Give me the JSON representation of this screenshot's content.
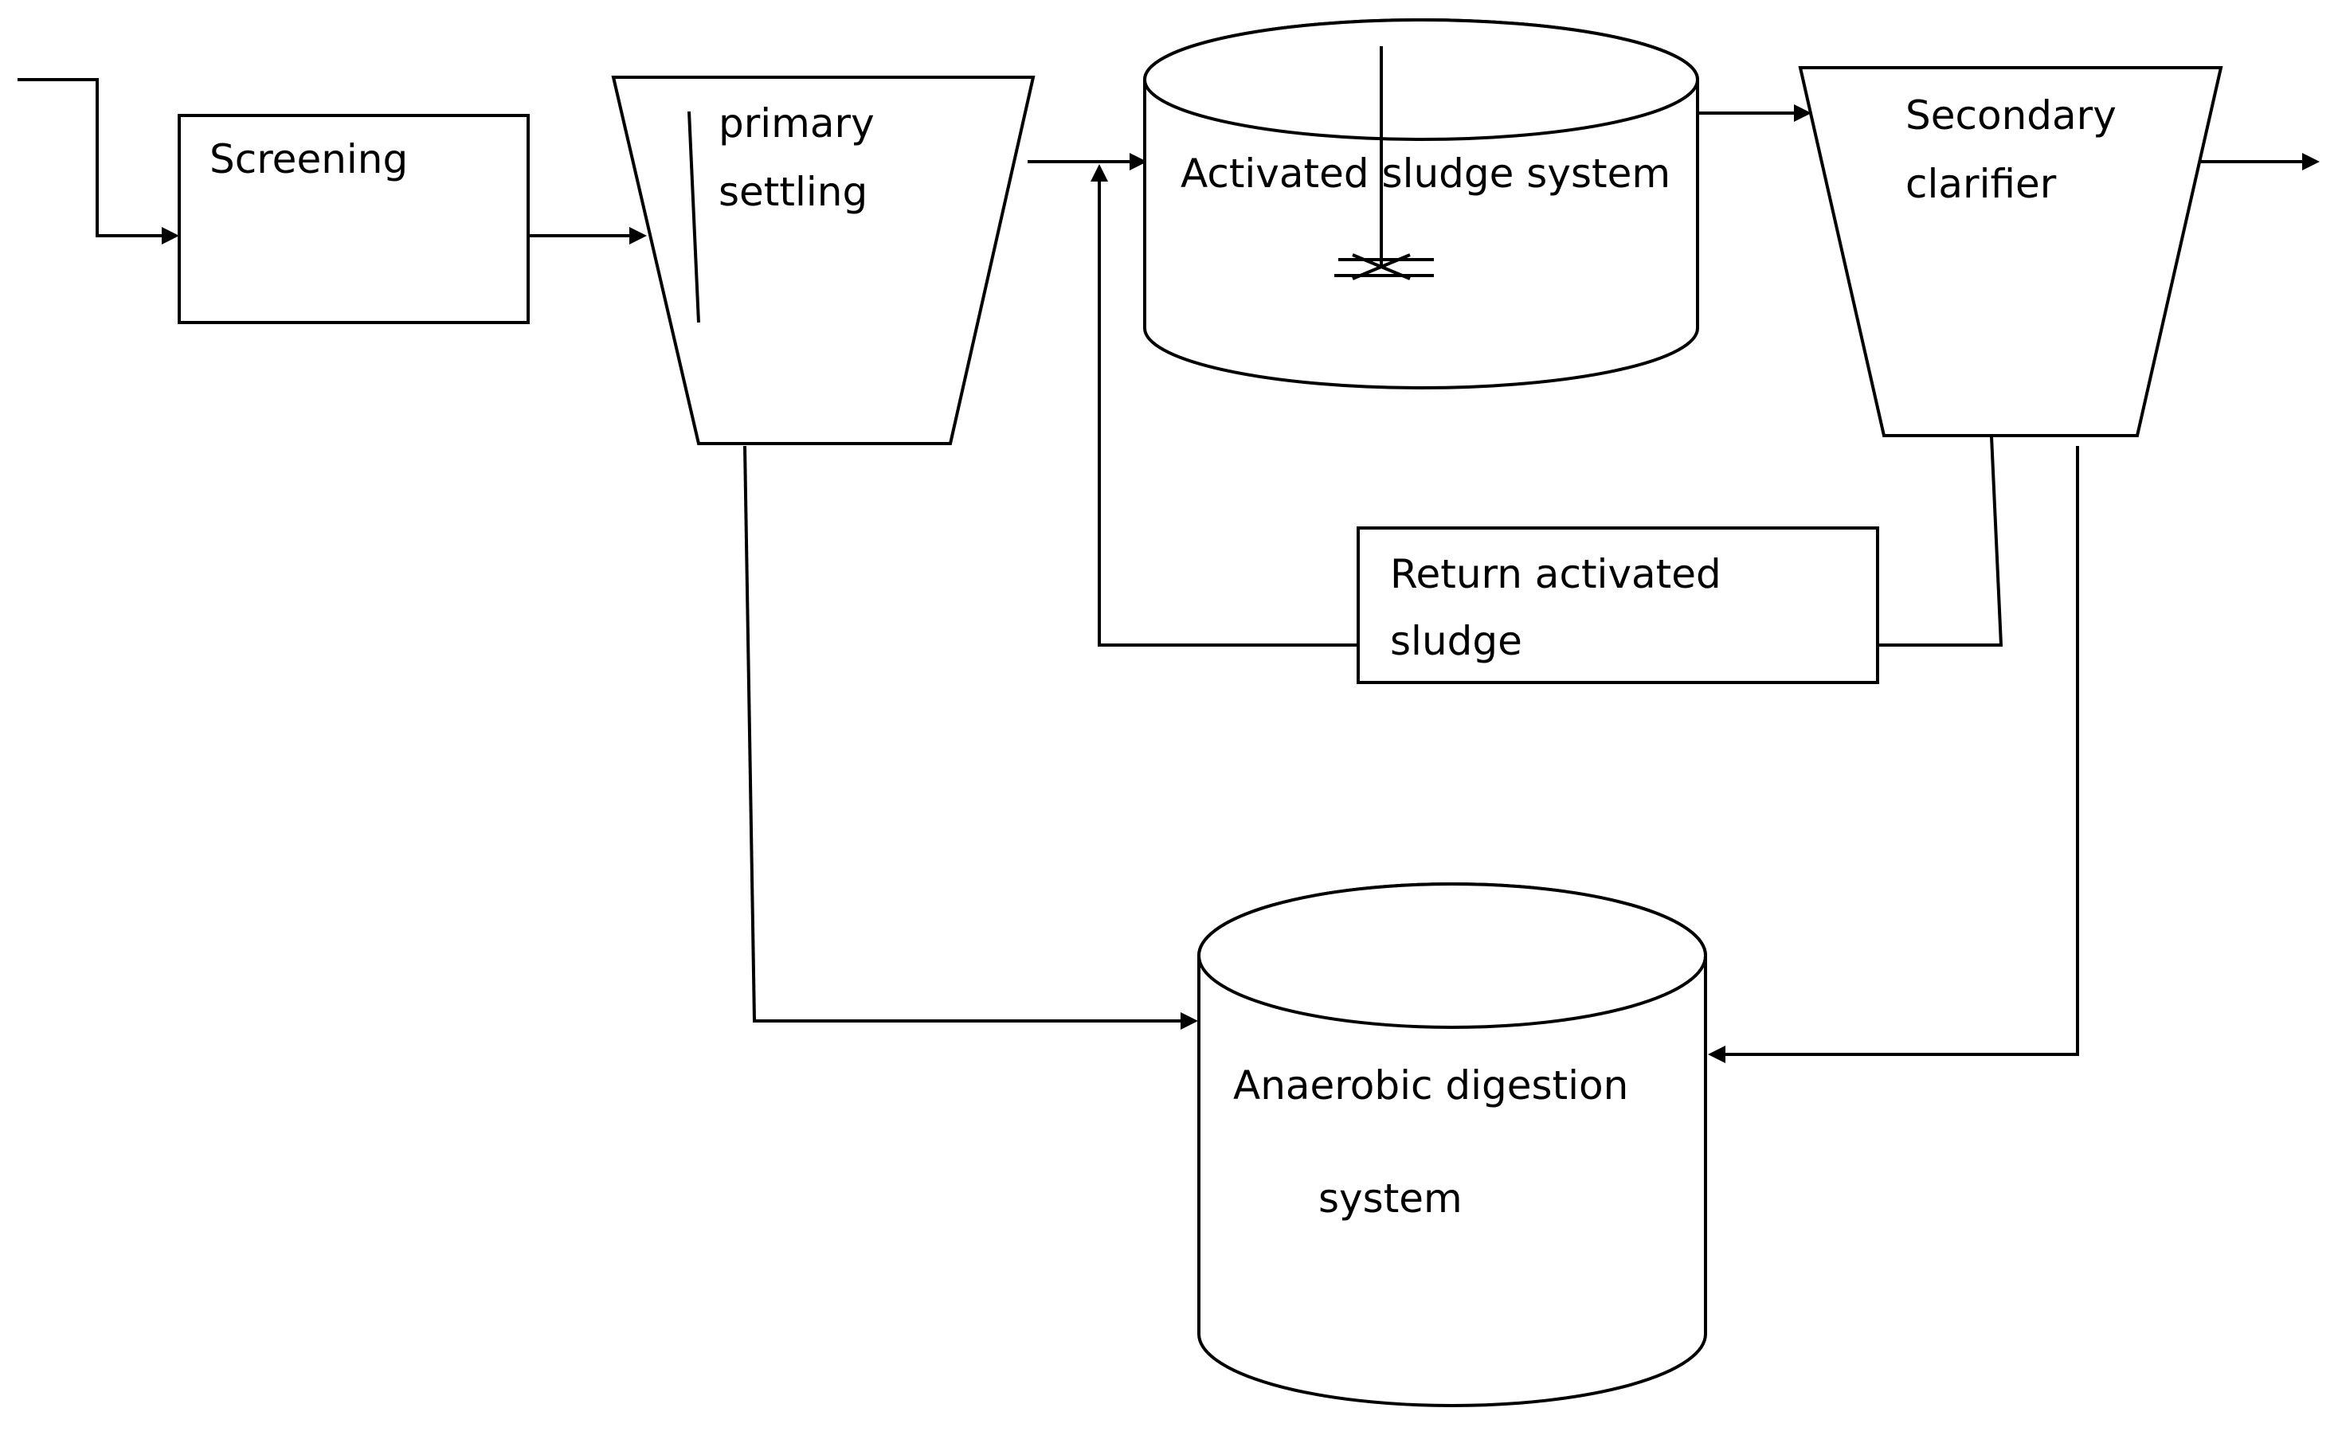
{
  "diagram": {
    "nodes": {
      "screening": {
        "label": "Screening"
      },
      "primary_settling": {
        "line1": "primary",
        "line2": "settling"
      },
      "activated_sludge": {
        "label": "Activated sludge system"
      },
      "secondary_clarifier": {
        "line1": "Secondary",
        "line2": "clarifier"
      },
      "return_sludge": {
        "line1": "Return activated",
        "line2": "sludge"
      },
      "anaerobic_digestion": {
        "line1": "Anaerobic digestion",
        "line2": "system"
      }
    },
    "edges": [
      {
        "from": "influent",
        "to": "screening"
      },
      {
        "from": "screening",
        "to": "primary_settling"
      },
      {
        "from": "primary_settling",
        "to": "activated_sludge"
      },
      {
        "from": "activated_sludge",
        "to": "secondary_clarifier"
      },
      {
        "from": "secondary_clarifier",
        "to": "effluent"
      },
      {
        "from": "secondary_clarifier",
        "to": "return_sludge"
      },
      {
        "from": "return_sludge",
        "to": "activated_sludge"
      },
      {
        "from": "primary_settling",
        "to": "anaerobic_digestion"
      },
      {
        "from": "secondary_clarifier",
        "to": "anaerobic_digestion"
      }
    ],
    "colors": {
      "stroke": "#000000",
      "fill": "#ffffff"
    }
  }
}
